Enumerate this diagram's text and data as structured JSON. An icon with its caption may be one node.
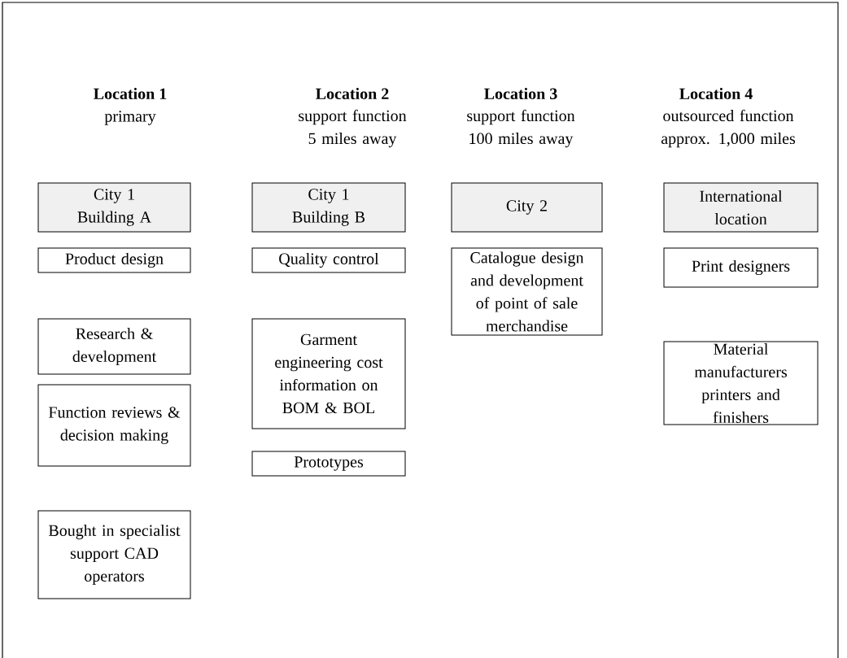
{
  "diagram": {
    "nodes": [
      {
        "text": [
          "City 1 Building A"
        ]
      },
      {
        "text": [
          "Product design"
        ]
      },
      {
        "text": [
          "Research & development"
        ]
      },
      {
        "text": [
          "Function reviews & decision making"
        ]
      },
      {
        "text": [
          "Bought in specialist support CAD operators"
        ]
      },
      {
        "text": [
          "City 1 Building B"
        ]
      },
      {
        "text": [
          "Quality control"
        ]
      },
      {
        "text": [
          "Garment engineering cost information on BOM & BOL"
        ]
      },
      {
        "text": [
          "Prototypes"
        ]
      },
      {
        "text": [
          "City 2"
        ]
      },
      {
        "text": [
          "Catalogue design and development of point of sale merchandise"
        ]
      },
      {
        "text": [
          "International location"
        ]
      },
      {
        "text": [
          "Print designers"
        ]
      },
      {
        "text": [
          "Material manufacturers printers and finishers"
        ]
      }
    ],
    "labels": [
      "Location 1",
      "primary",
      "Location 2",
      "support function 5 miles away",
      "Location 3",
      "support function 100 miles away",
      "Location 4",
      "outsourced function approx. 1,000 miles"
    ]
  }
}
